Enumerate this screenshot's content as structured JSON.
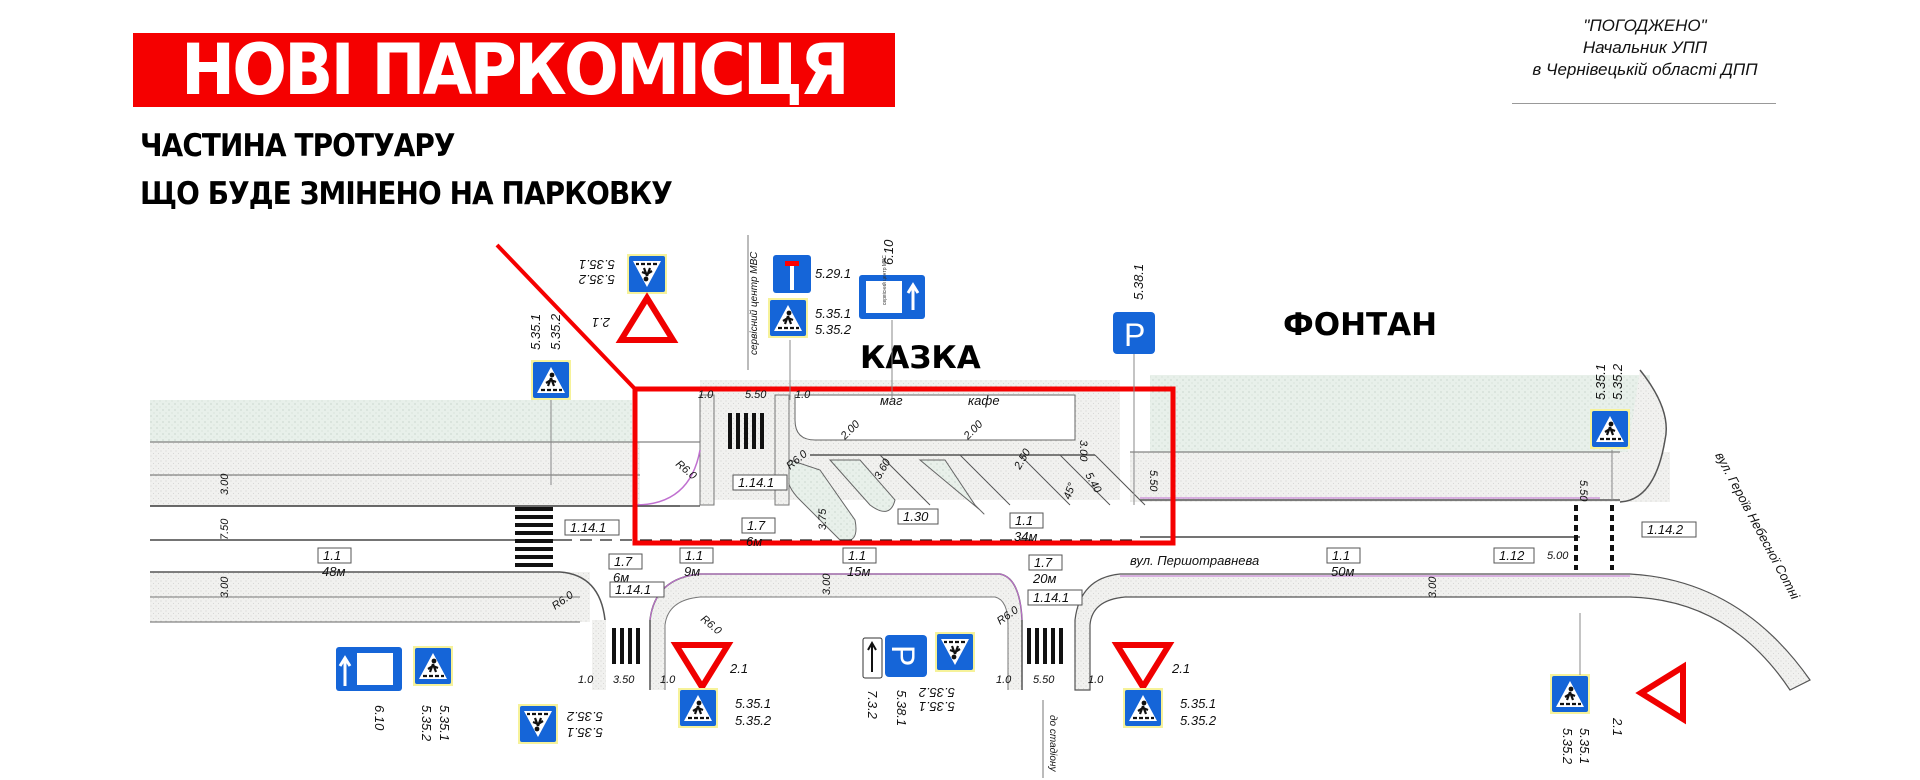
{
  "header": {
    "title": "НОВІ ПАРКОМІСЦЯ",
    "subtitle_line1": "ЧАСТИНА ТРОТУАРУ",
    "subtitle_line2": "ЩО БУДЕ ЗМІНЕНО НА ПАРКОВКУ"
  },
  "approval": {
    "line1": "\"ПОГОДЖЕНО\"",
    "line2": "Начальник УПП",
    "line3": "в Чернівецькій області ДПП"
  },
  "places": {
    "kazka": "КАЗКА",
    "fontan": "ФОНТАН",
    "shop": "маг",
    "cafe": "кафе"
  },
  "streets": {
    "main": "вул. Першотравнева",
    "cross": "вул. Героїв Небесної Сотні",
    "to_service": "сервісний центр МВС",
    "to_stadium": "до стадіону"
  },
  "colors": {
    "highlight": "#f50000",
    "sign_blue": "#1565d8",
    "sidewalk": "#eef2ee",
    "curb_pink": "#c070d0"
  },
  "markings": {
    "m1_1_48": {
      "code": "1.1",
      "len": "48м"
    },
    "m1_7_6a": {
      "code": "1.7",
      "len": "6м"
    },
    "m1_1_9": {
      "code": "1.1",
      "len": "9м"
    },
    "m1_1_15": {
      "code": "1.1",
      "len": "15м"
    },
    "m1_7_20": {
      "code": "1.7",
      "len": "20м"
    },
    "m1_1_50": {
      "code": "1.1",
      "len": "50м"
    },
    "m1_7_6b": {
      "code": "1.7",
      "len": "6м"
    },
    "m1_1_34": {
      "code": "1.1",
      "len": "34м"
    },
    "m1_30": {
      "code": "1.30"
    },
    "m1_14_1_a": {
      "code": "1.14.1"
    },
    "m1_14_1_b": {
      "code": "1.14.1"
    },
    "m1_14_1_c": {
      "code": "1.14.1"
    },
    "m1_14_1_d": {
      "code": "1.14.1"
    },
    "m1_14_2": {
      "code": "1.14.2"
    },
    "m1_12": {
      "code": "1.12"
    }
  },
  "dimensions": {
    "d300a": "3.00",
    "d750": "7.50",
    "d300b": "3.00",
    "d10a": "1.0",
    "d550a": "5.50",
    "d10b": "1.0",
    "d200a": "2.00",
    "d200b": "2.00",
    "d360": "3.60",
    "d250": "2.50",
    "d540": "5.40",
    "d45": "45°",
    "d550b": "5.50",
    "d300c": "3.00",
    "d375": "3.75",
    "d300d": "3.00",
    "r6a": "R6.0",
    "r6b": "R6.0",
    "r6c": "R6.0",
    "r6d": "R6.0",
    "r6e": "R6.0",
    "d10c": "1.0",
    "d350": "3.50",
    "d10d": "1.0",
    "d10e": "1.0",
    "d550c": "5.50",
    "d10f": "1.0",
    "d550d": "5.50",
    "d500": "5.00",
    "d300e": "3.00"
  },
  "signs": {
    "s_5351": "5.35.1",
    "s_5352": "5.35.2",
    "s_21": "2.1",
    "s_5291": "5.29.1",
    "s_610": "6.10",
    "s_5381": "5.38.1",
    "s_732": "7.3.2",
    "s_610_text": "сервісний центр МВС",
    "s_parking": "P"
  }
}
